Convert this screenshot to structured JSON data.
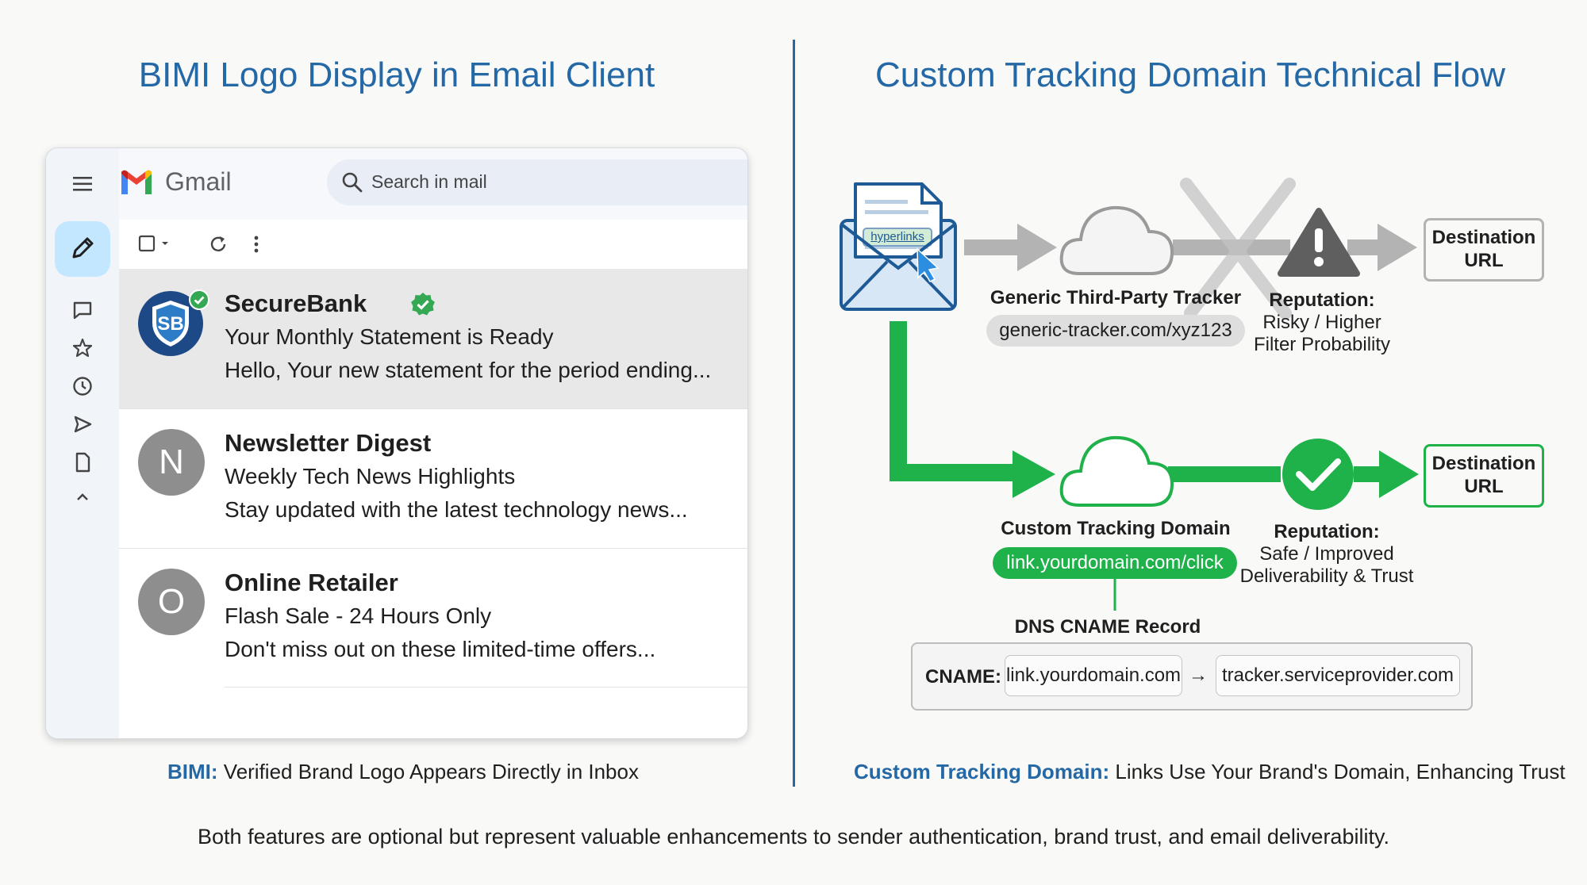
{
  "left_title": "BIMI Logo Display in Email Client",
  "right_title": "Custom Tracking Domain Technical Flow",
  "gmail": {
    "app_name": "Gmail",
    "search_placeholder": "Search in mail",
    "emails": [
      {
        "sender": "SecureBank",
        "subject": "Your Monthly Statement is Ready",
        "snippet": "Hello, Your new statement for the period ending...",
        "avatar": "SB",
        "verified": true,
        "selected": true
      },
      {
        "sender": "Newsletter Digest",
        "subject": "Weekly Tech News Highlights",
        "snippet": "Stay updated with the latest technology news...",
        "avatar": "N"
      },
      {
        "sender": "Online Retailer",
        "subject": "Flash Sale - 24 Hours Only",
        "snippet": "Don't miss out on these limited-time offers...",
        "avatar": "O"
      }
    ]
  },
  "left_caption": {
    "label": "BIMI:",
    "text": "Verified Brand Logo Appears Directly in Inbox"
  },
  "flow": {
    "email_label": "hyperlinks",
    "generic": {
      "name": "Generic Third-Party Tracker",
      "url": "generic-tracker.com/xyz123",
      "reputation_label": "Reputation:",
      "reputation_line1": "Risky / Higher",
      "reputation_line2": "Filter Probability",
      "destination_line1": "Destination",
      "destination_line2": "URL"
    },
    "custom": {
      "name": "Custom Tracking Domain",
      "url": "link.yourdomain.com/click",
      "reputation_label": "Reputation:",
      "reputation_line1": "Safe / Improved",
      "reputation_line2": "Deliverability & Trust",
      "destination_line1": "Destination",
      "destination_line2": "URL"
    },
    "dns": {
      "title": "DNS CNAME Record",
      "label": "CNAME:",
      "from": "link.yourdomain.com",
      "arrow": "→",
      "to": "tracker.serviceprovider.com"
    }
  },
  "right_caption": {
    "label": "Custom Tracking Domain:",
    "text": "Links Use Your Brand's Domain, Enhancing Trust"
  },
  "footer": "Both features are optional but represent valuable enhancements to sender authentication, brand trust, and email deliverability.",
  "colors": {
    "title_blue": "#2468a6",
    "green": "#1fb24a",
    "gray_arrow": "#b3b3b3"
  }
}
